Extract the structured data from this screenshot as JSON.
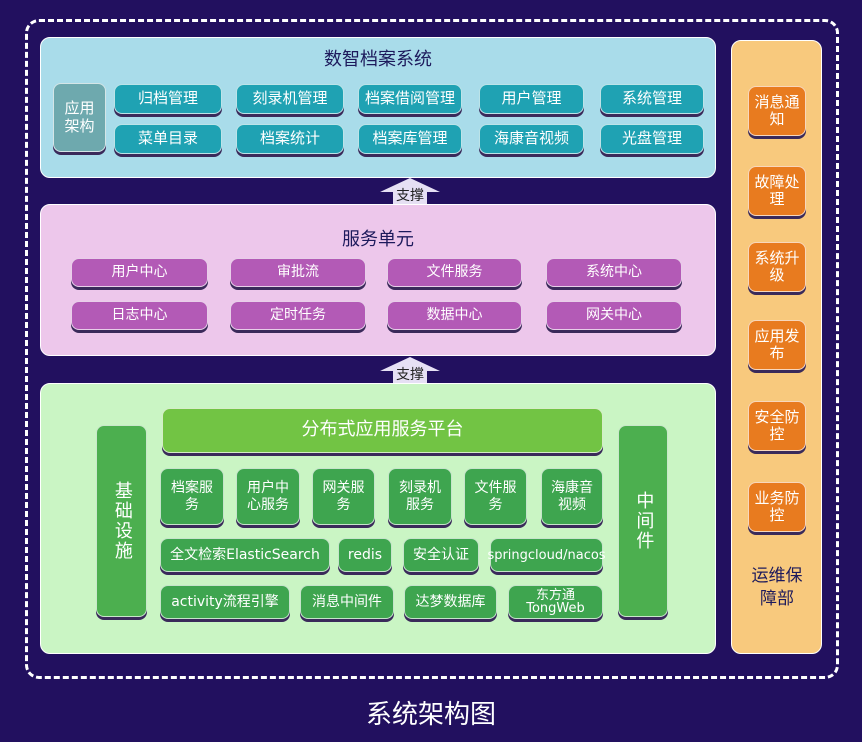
{
  "footer_title": "系统架构图",
  "app_layer": {
    "title": "数智档案系统",
    "side_label": "应用架构",
    "items": [
      "归档管理",
      "刻录机管理",
      "档案借阅管理",
      "用户管理",
      "系统管理",
      "菜单目录",
      "档案统计",
      "档案库管理",
      "海康音视频",
      "光盘管理"
    ]
  },
  "arrow_label": "支撑",
  "service_layer": {
    "title": "服务单元",
    "items": [
      "用户中心",
      "审批流",
      "文件服务",
      "系统中心",
      "日志中心",
      "定时任务",
      "数据中心",
      "网关中心"
    ]
  },
  "infra_layer": {
    "left_label": "基础设施",
    "right_label": "中间件",
    "platform": "分布式应用服务平台",
    "services": [
      "档案服务",
      "用户中心服务",
      "网关服务",
      "刻录机服务",
      "文件服务",
      "海康音视频"
    ],
    "row3": [
      "全文检索ElasticSearch",
      "redis",
      "安全认证",
      "springcloud/nacos"
    ],
    "row4": [
      "activity流程引擎",
      "消息中间件",
      "达梦数据库",
      "东方通TongWeb"
    ]
  },
  "ops": {
    "label": "运维保障部",
    "items": [
      "消息通知",
      "故障处理",
      "系统升级",
      "应用发布",
      "安全防控",
      "业务防控"
    ]
  }
}
